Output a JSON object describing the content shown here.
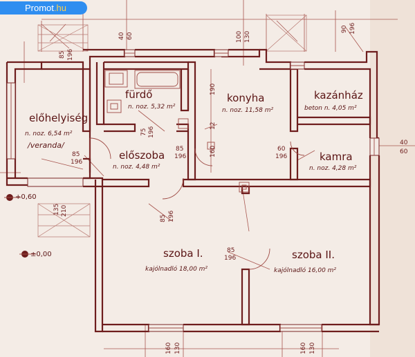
{
  "watermark": {
    "brand": "Promot",
    "tld": ".hu"
  },
  "rooms": {
    "elohelyiseg": {
      "name": "előhelyiség",
      "area": "n. noz. 6,54 m²",
      "note": "/veranda/"
    },
    "furdo": {
      "name": "fürdő",
      "area": "n. noz. 5,32 m²"
    },
    "konyha": {
      "name": "konyha",
      "area": "n. noz. 11,58 m²"
    },
    "kazanhaz": {
      "name": "kazánház",
      "area": "beton n. 4,05 m²"
    },
    "eloszoba": {
      "name": "előszoba",
      "area": "n. noz. 4,48 m²"
    },
    "kamra": {
      "name": "kamra",
      "area": "n. noz. 4,28 m²"
    },
    "szoba1": {
      "name": "szoba I.",
      "area": "kajólnadló 18,00 m²"
    },
    "szoba2": {
      "name": "szoba II.",
      "area": "kajólnadló 16,00 m²"
    }
  },
  "dimensions": {
    "top_40": "40",
    "top_60": "60",
    "top_100": "100",
    "top_130": "130",
    "top_90": "90",
    "top_196": "196",
    "left_85": "85",
    "left_196": "196",
    "konyha_190": "190",
    "konyha_12": "12",
    "konyha_160": "160",
    "furdo_75": "75",
    "furdo_196": "196",
    "elo_85": "85",
    "elo_196": "196",
    "elosz_85": "85",
    "elosz_196": "196",
    "kamra_60": "60",
    "kamra_196": "196",
    "right_40": "40",
    "right_60": "60",
    "stair_135": "135",
    "stair_210": "210",
    "szoba1_85": "85",
    "szoba1_196": "196",
    "door_85": "85",
    "door_196": "196",
    "bot_160a": "160",
    "bot_130a": "130",
    "bot_160b": "160",
    "bot_130b": "130"
  },
  "levels": {
    "upper": "+0,60",
    "ground": "±0,00"
  }
}
